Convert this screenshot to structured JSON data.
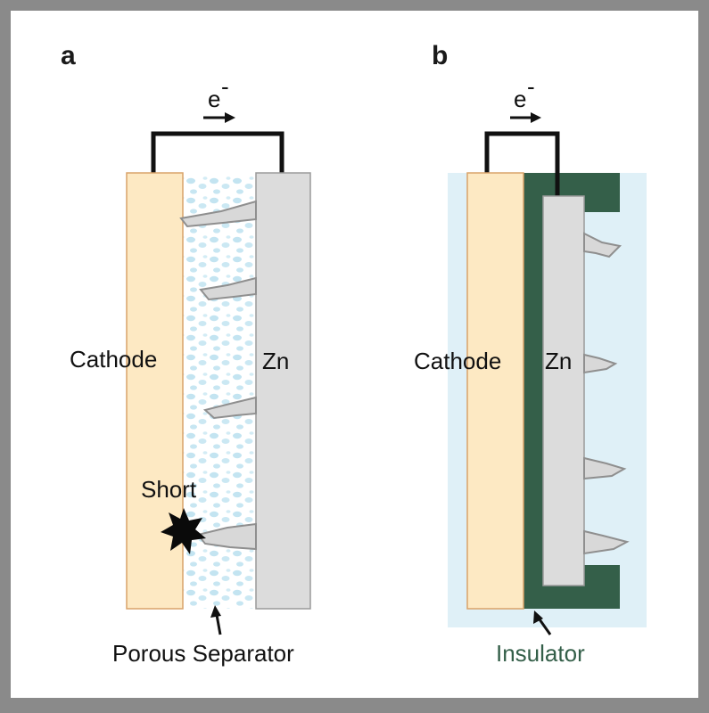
{
  "panel_a": {
    "letter": "a",
    "electron_label": "e",
    "electron_superscript": "-",
    "cathode_label": "Cathode",
    "anode_label": "Zn",
    "short_label": "Short",
    "separator_label": "Porous Separator"
  },
  "panel_b": {
    "letter": "b",
    "electron_label": "e",
    "electron_superscript": "-",
    "cathode_label": "Cathode",
    "anode_label": "Zn",
    "insulator_label": "Insulator"
  },
  "colors": {
    "frame": "#8a8a8a",
    "background": "#ffffff",
    "cathode_fill": "#fde9c3",
    "cathode_stroke": "#d9a36a",
    "zinc_fill": "#dcdcdc",
    "zinc_stroke": "#9a9a9a",
    "electrolyte": "#dff0f7",
    "separator_dots": "#bfe3f0",
    "insulator": "#345f49",
    "wire": "#111111"
  }
}
